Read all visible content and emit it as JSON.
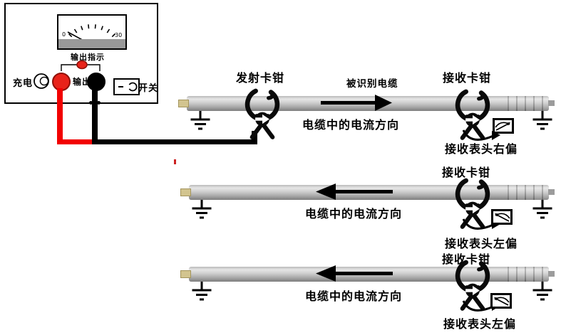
{
  "device": {
    "meter": {
      "min_label": "0",
      "max_label": "30",
      "caption": "输出指示"
    },
    "charge_label": "充电",
    "output_label": "输出",
    "switch_label": "开关"
  },
  "rows": [
    {
      "transmit_clamp_label": "发射卡钳",
      "identified_cable_label": "被识别电缆",
      "current_direction_label": "电缆中的电流方向",
      "receive_clamp_label": "接收卡钳",
      "receive_meter_label": "接收表头右偏",
      "current_direction": "right",
      "receive_needle_deflection": "right"
    },
    {
      "current_direction_label": "电缆中的电流方向",
      "receive_clamp_label": "接收卡钳",
      "receive_meter_label": "接收表头左偏",
      "current_direction": "left",
      "receive_needle_deflection": "left"
    },
    {
      "current_direction_label": "电缆中的电流方向",
      "receive_clamp_label": "接收卡钳",
      "receive_meter_label": "接收表头左偏",
      "current_direction": "left",
      "receive_needle_deflection": "left"
    }
  ],
  "colors": {
    "wire_red": "#f20000",
    "wire_black": "#000000",
    "terminal_red": "#e8231a",
    "cable_gray": "#c6c6c6",
    "meter_strip_gray": "#999999"
  }
}
